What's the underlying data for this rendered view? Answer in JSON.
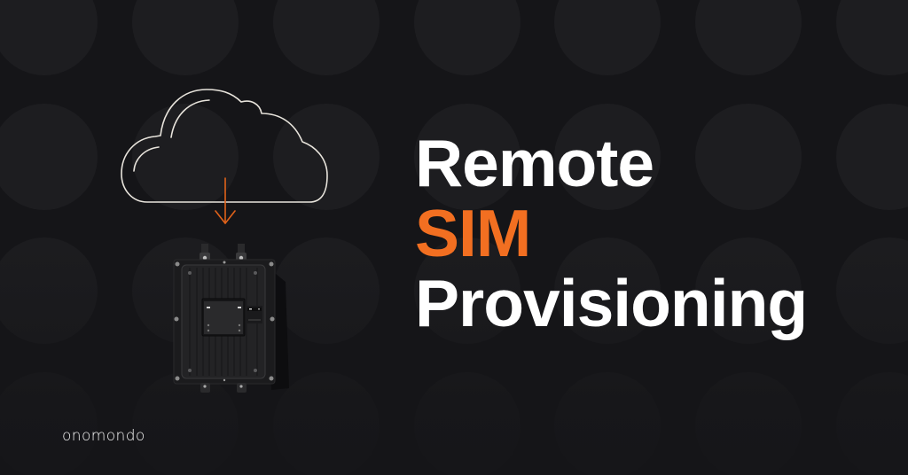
{
  "headline": {
    "line1": "Remote",
    "line2": "SIM",
    "line3": "Provisioning"
  },
  "logo": {
    "text": "onomondo"
  },
  "illustration": {
    "cloud_icon": "cloud-outline-icon",
    "arrow_icon": "arrow-down-icon",
    "device": "iot-gateway-device"
  },
  "colors": {
    "background": "#151518",
    "circle_pattern": "#1d1d20",
    "accent": "#f26f21",
    "text": "#ffffff",
    "cloud_stroke": "#e8e4dc",
    "arrow": "#e0621a"
  }
}
